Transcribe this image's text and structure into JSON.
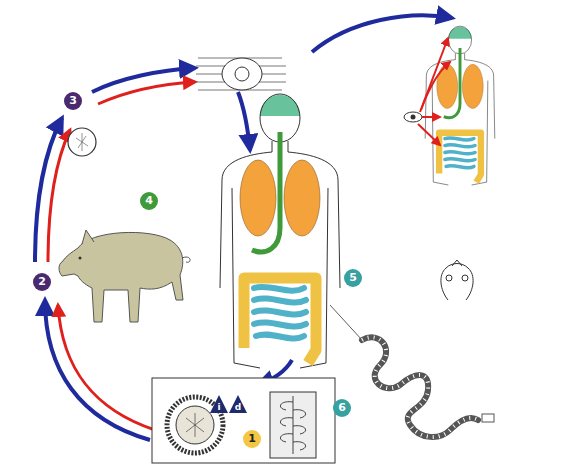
{
  "diagram": {
    "labels": [
      "1",
      "i",
      "d",
      "2",
      "3",
      "4",
      "5",
      "6"
    ]
  }
}
